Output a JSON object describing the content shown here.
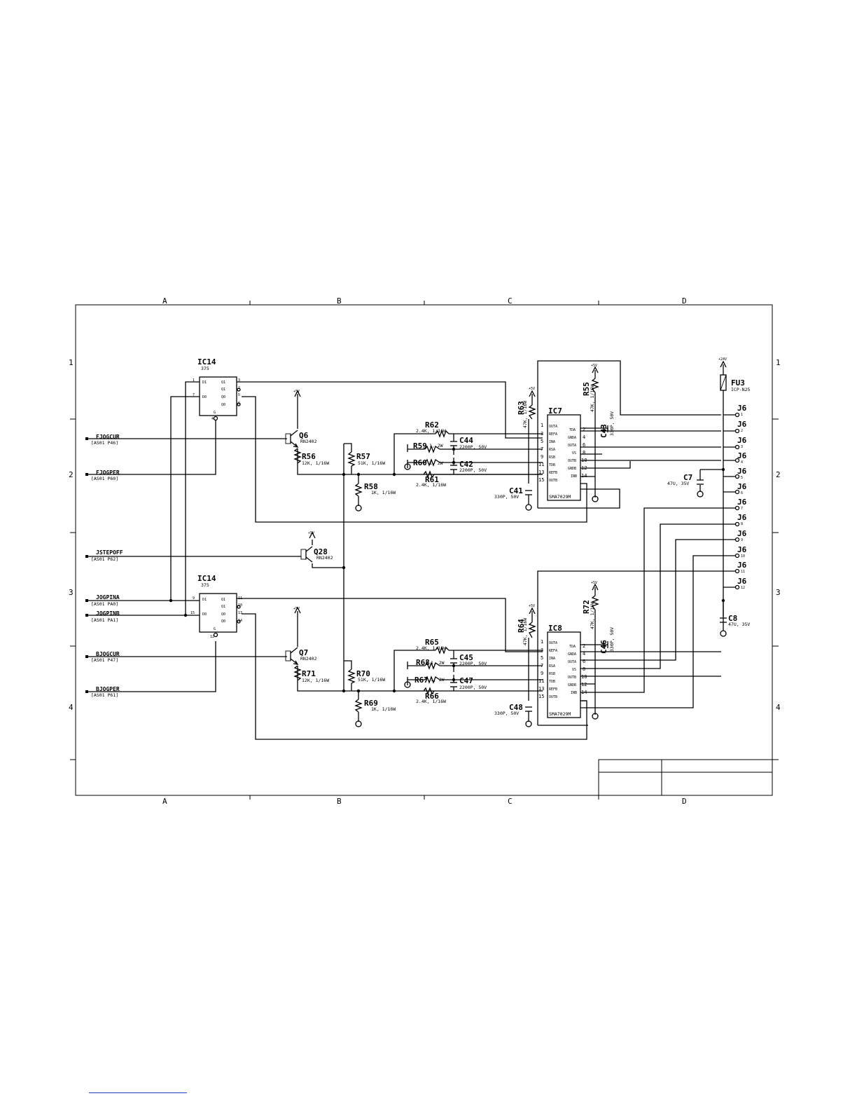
{
  "grid": {
    "columns": [
      "A",
      "B",
      "C",
      "D"
    ],
    "rows": [
      "1",
      "2",
      "3",
      "4"
    ]
  },
  "signals": {
    "fjogcur": {
      "name": "FJOGCUR",
      "ref": "[AS01 P46]"
    },
    "fjogper": {
      "name": "FJOGPER",
      "ref": "[AS01 P60]"
    },
    "jstepoff": {
      "name": "JSTEPOFF",
      "ref": "[AS01 P62]"
    },
    "jogpina": {
      "name": "JOGPINA",
      "ref": "[AS01 PA0]"
    },
    "jogpinb": {
      "name": "JOGPINB",
      "ref": "[AS01 PA1]"
    },
    "bjogcur": {
      "name": "BJOGCUR",
      "ref": "[AS01 P47]"
    },
    "bjogper": {
      "name": "BJOGPER",
      "ref": "[AS01 P61]"
    }
  },
  "ic14_top": {
    "name": "IC14",
    "part": "375",
    "pins_left": [
      "D1",
      "D0"
    ],
    "pins_right": [
      "Q1",
      "Q1",
      "Q0",
      "Q0"
    ],
    "pin_g": "G",
    "pin_nums": [
      "1",
      "7",
      "3",
      "2",
      "5",
      "6",
      "4"
    ]
  },
  "ic14_bottom": {
    "name": "IC14",
    "part": "375",
    "pin_nums": [
      "9",
      "15",
      "11",
      "10",
      "13",
      "14",
      "12"
    ]
  },
  "transistors": {
    "q6": {
      "name": "Q6",
      "part": "RN2402"
    },
    "q28": {
      "name": "Q28",
      "part": "RN2402"
    },
    "q7": {
      "name": "Q7",
      "part": "RN2402"
    }
  },
  "supplies": {
    "p5v": "+5V",
    "p24v": "+24V"
  },
  "resistors": {
    "r56": {
      "name": "R56",
      "value": "12K, 1/16W"
    },
    "r57": {
      "name": "R57",
      "value": "51K, 1/16W"
    },
    "r58": {
      "name": "R58",
      "value": "1K, 1/16W"
    },
    "r62": {
      "name": "R62",
      "value": "2.4K, 1/16W"
    },
    "r59": {
      "name": "R59",
      "value": "1, 2W"
    },
    "r60": {
      "name": "R60",
      "value": "1, 2W"
    },
    "r61": {
      "name": "R61",
      "value": "2.4K, 1/16W"
    },
    "r63": {
      "name": "R63",
      "value": "47K, 1/16W"
    },
    "r55": {
      "name": "R55",
      "value": "47K, 1/16W"
    },
    "r71": {
      "name": "R71",
      "value": "12K, 1/16W"
    },
    "r70": {
      "name": "R70",
      "value": "51K, 1/16W"
    },
    "r69": {
      "name": "R69",
      "value": "1K, 1/16W"
    },
    "r65": {
      "name": "R65",
      "value": "2.4K, 1/16W"
    },
    "r68": {
      "name": "R68",
      "value": "1, 2W"
    },
    "r67": {
      "name": "R67",
      "value": "1, 2W"
    },
    "r66": {
      "name": "R66",
      "value": "2.4K, 1/16W"
    },
    "r64": {
      "name": "R64",
      "value": "47K, 1/16W"
    },
    "r72": {
      "name": "R72",
      "value": "47K, 1/16W"
    }
  },
  "capacitors": {
    "c44": {
      "name": "C44",
      "value": "2200P, 50V"
    },
    "c42": {
      "name": "C42",
      "value": "2200P, 50V"
    },
    "c41": {
      "name": "C41",
      "value": "330P, 50V"
    },
    "c43": {
      "name": "C43",
      "value": "330P, 50V"
    },
    "c7": {
      "name": "C7",
      "value": "47U, 35V"
    },
    "c45": {
      "name": "C45",
      "value": "2200P, 50V"
    },
    "c47": {
      "name": "C47",
      "value": "2200P, 50V"
    },
    "c48": {
      "name": "C48",
      "value": "330P, 50V"
    },
    "c46": {
      "name": "C46",
      "value": "330P, 50V"
    },
    "c8": {
      "name": "C8",
      "value": "47U, 35V"
    }
  },
  "ic7": {
    "name": "IC7",
    "part": "SMA7029M"
  },
  "ic8": {
    "name": "IC8",
    "part": "SMA7029M"
  },
  "driver_pins_left": [
    "OUTA",
    "REFA",
    "INA",
    "RSA",
    "RSB",
    "TDB",
    "REFB",
    "OUTB"
  ],
  "driver_pins_right": [
    "TDA",
    "GNDA",
    "OUTA",
    "VS",
    "OUTB",
    "GNDB",
    "INB"
  ],
  "driver_pin_nums_left": [
    "1",
    "3",
    "5",
    "7",
    "9",
    "11",
    "13",
    "15"
  ],
  "driver_pin_nums_right": [
    "2",
    "4",
    "6",
    "8",
    "10",
    "12",
    "14"
  ],
  "fuse": {
    "name": "FU3",
    "part": "ICP-N25"
  },
  "connector": {
    "name": "J6",
    "pins": [
      "1",
      "2",
      "3",
      "4",
      "5",
      "6",
      "7",
      "8",
      "9",
      "10",
      "11",
      "12"
    ]
  }
}
